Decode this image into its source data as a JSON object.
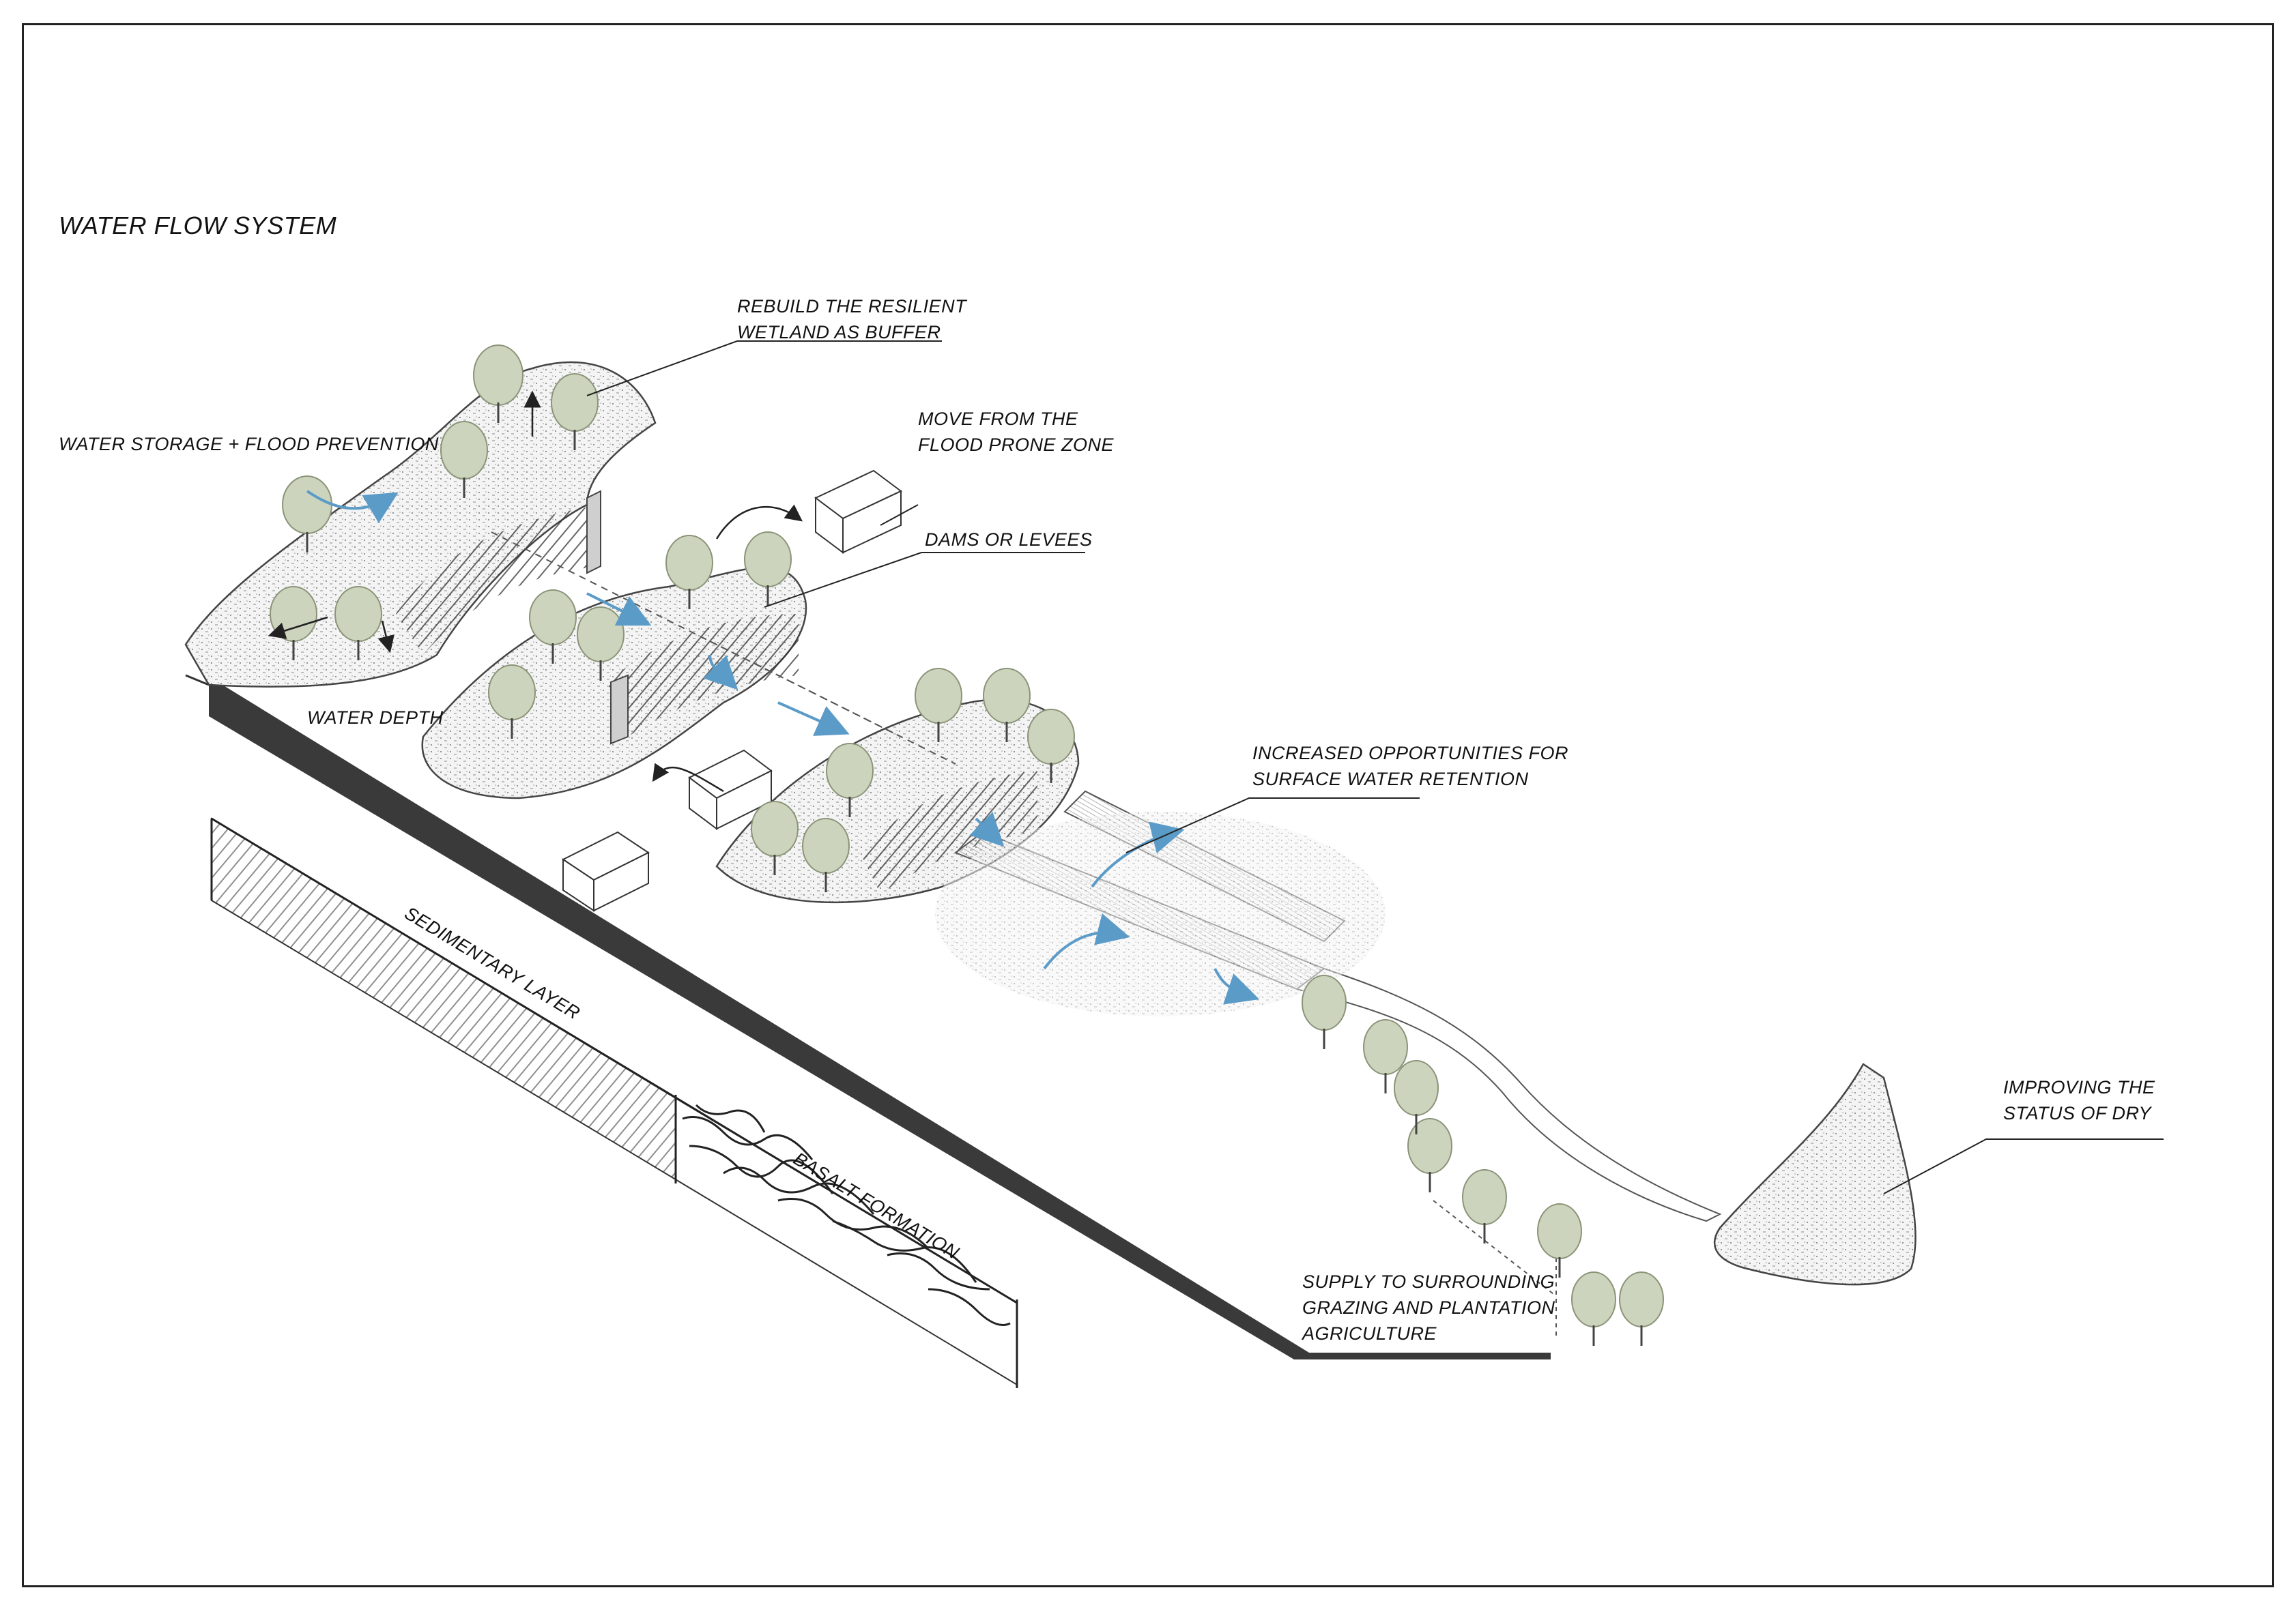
{
  "title": "WATER FLOW SYSTEM",
  "labels": {
    "wetland": [
      "REBUILD THE RESILIENT",
      "WETLAND AS BUFFER"
    ],
    "storage": "WATER STORAGE + FLOOD PREVENTION",
    "move": [
      "MOVE FROM THE",
      "FLOOD PRONE ZONE"
    ],
    "dams": "DAMS OR LEVEES",
    "depth": "WATER DEPTH",
    "retention": [
      "INCREASED OPPORTUNITIES FOR",
      "SURFACE WATER RETENTION"
    ],
    "dry": [
      "IMPROVING THE",
      "STATUS OF DRY"
    ],
    "supply": [
      "SUPPLY TO SURROUNDING",
      "GRAZING AND PLANTATION",
      "AGRICULTURE"
    ],
    "sedimentary": "SEDIMENTARY LAYER",
    "basalt": "BASALT FORMATION"
  },
  "colors": {
    "water_arrow": "#5b9bc8",
    "tree_foliage": "#cdd4bd",
    "ground_fill": "#eeeeee",
    "soil_edge": "#333333",
    "frame": "#222222"
  }
}
